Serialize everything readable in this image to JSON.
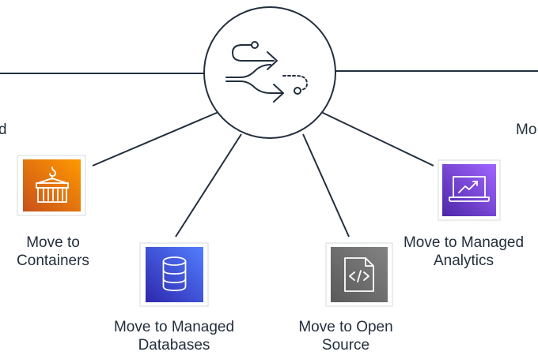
{
  "hub": {
    "icon": "modernization-arrows-icon"
  },
  "edge_labels": {
    "left_partial": "d",
    "right_partial": "Mo"
  },
  "nodes": [
    {
      "id": "containers",
      "icon": "container-crate-icon",
      "color": "#ed7100",
      "line1": "Move to",
      "line2": "Containers"
    },
    {
      "id": "databases",
      "icon": "database-icon",
      "color": "#3b48cc",
      "line1": "Move to Managed",
      "line2": "Databases"
    },
    {
      "id": "open-source",
      "icon": "code-file-icon",
      "color": "#6b6b6b",
      "line1": "Move to Open",
      "line2": "Source"
    },
    {
      "id": "analytics",
      "icon": "analytics-chart-icon",
      "color": "#7d4cdb",
      "line1": "Move to Managed",
      "line2": "Analytics"
    }
  ]
}
